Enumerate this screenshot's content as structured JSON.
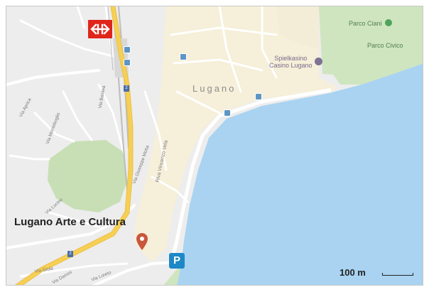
{
  "venue": {
    "name": "Lugano Arte e Cultura"
  },
  "district": {
    "name": "Lugano"
  },
  "parks": {
    "ciani": "Parco Ciani",
    "civico": "Parco Civico"
  },
  "casino": {
    "line1": "Spielkasino",
    "line2": "Casino Lugano"
  },
  "streets": {
    "vela": "Riva Vincenzo Vela",
    "aprica": "Via Aprica",
    "monteboglio": "Via Monteboglio",
    "bauchier": "Via Basilea",
    "motta": "Via Giuseppe Motta",
    "lucino": "Via Lucino",
    "gioia": "Via Gioia",
    "lorenzo": "Via Loreto",
    "damini": "Via Damini"
  },
  "route_numbers": {
    "main": "2"
  },
  "scale": {
    "label": "100 m"
  },
  "parking": {
    "label": "P"
  },
  "icons": {
    "station": "swiss-railway-station-icon",
    "venue": "location-pin-icon",
    "park": "park-icon",
    "casino": "casino-icon"
  },
  "colors": {
    "land": "#ededed",
    "urban": "#f6efd9",
    "water": "#a9d3f1",
    "park": "#cfe5bf",
    "main_road": "#f6cf54",
    "road": "#ffffff",
    "pin": "#c9573c",
    "station": "#e0251b",
    "parking": "#1e88c7"
  }
}
